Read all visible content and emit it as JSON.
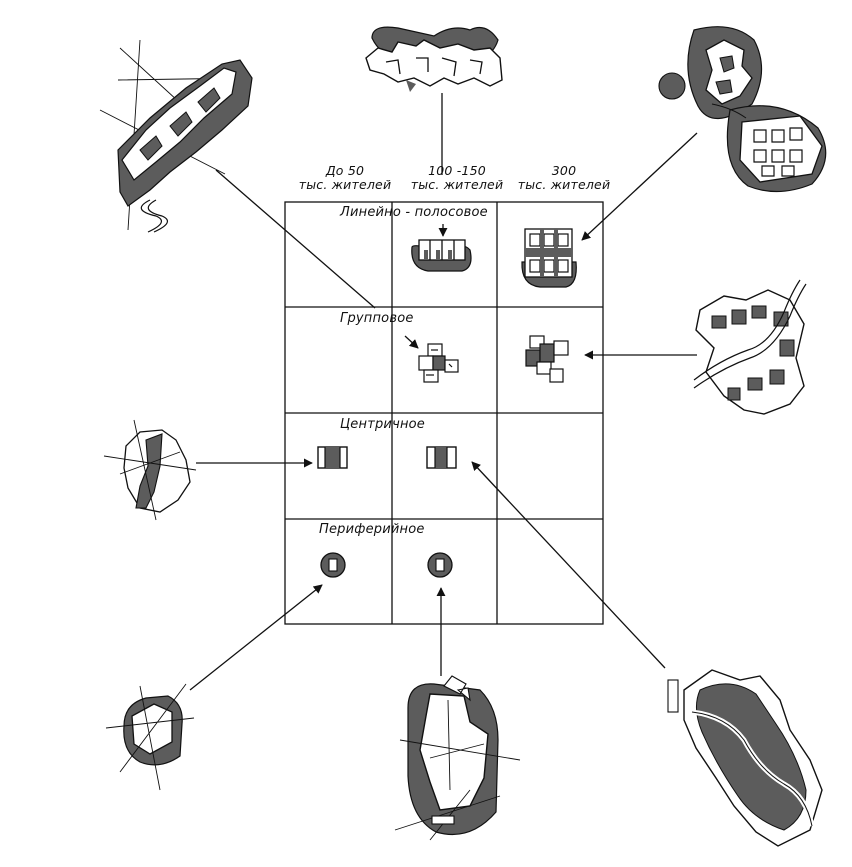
{
  "columns": [
    {
      "line1": "До 50",
      "line2": "тыс. жителей"
    },
    {
      "line1": "100 -150",
      "line2": "тыс. жителей"
    },
    {
      "line1": "300",
      "line2": "тыс. жителей"
    }
  ],
  "rows": [
    {
      "title": "Линейно - полосовое"
    },
    {
      "title": "Групповое"
    },
    {
      "title": "Центричное"
    },
    {
      "title": "Периферийное"
    }
  ],
  "colors": {
    "ink": "#111111",
    "fill": "#5c5c5c",
    "paper": "#ffffff"
  }
}
